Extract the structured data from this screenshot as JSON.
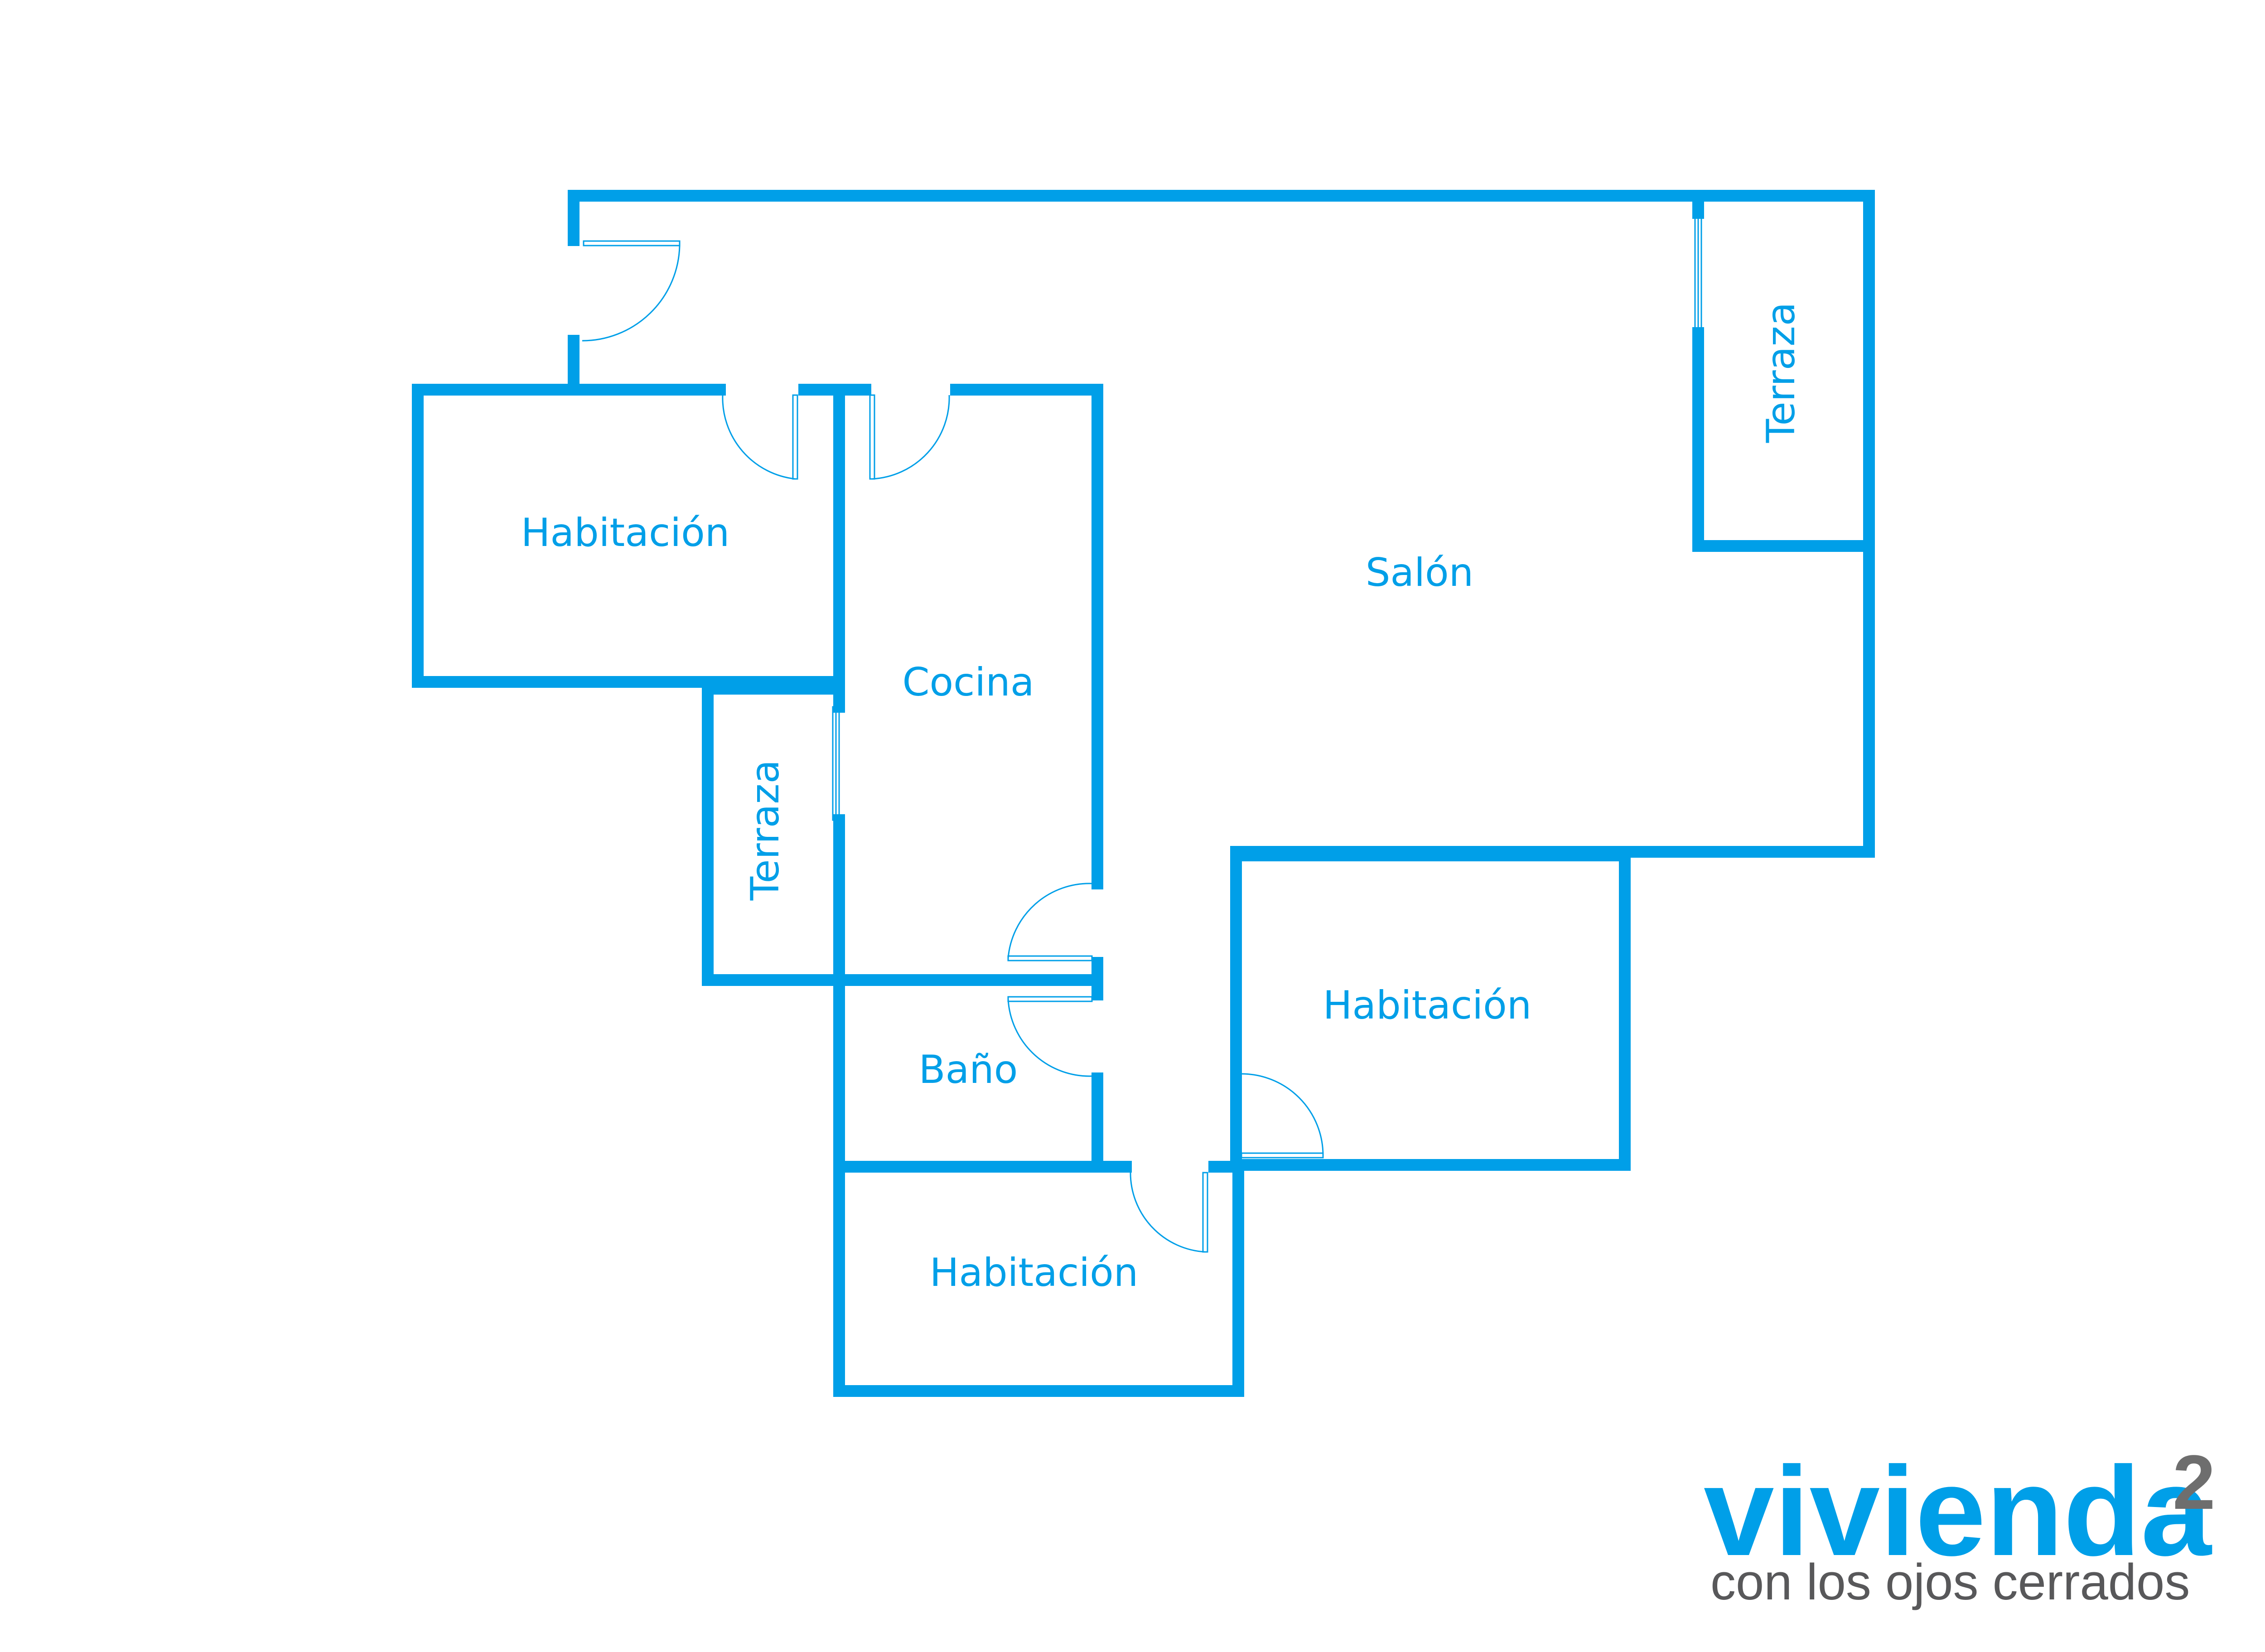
{
  "floorplan": {
    "rooms": [
      {
        "id": "habitacion-1",
        "label": "Habitación"
      },
      {
        "id": "cocina",
        "label": "Cocina"
      },
      {
        "id": "salon",
        "label": "Salón"
      },
      {
        "id": "terraza-1",
        "label": "Terraza"
      },
      {
        "id": "terraza-2",
        "label": "Terraza"
      },
      {
        "id": "habitacion-2",
        "label": "Habitación"
      },
      {
        "id": "bano",
        "label": "Baño"
      },
      {
        "id": "habitacion-3",
        "label": "Habitación"
      }
    ],
    "wall_color": "#009fe8"
  },
  "logo": {
    "name": "vivienda",
    "superscript": "2",
    "tagline": "con los ojos cerrados",
    "brand_color": "#009fe8",
    "accent_color": "#6e6e6e"
  }
}
